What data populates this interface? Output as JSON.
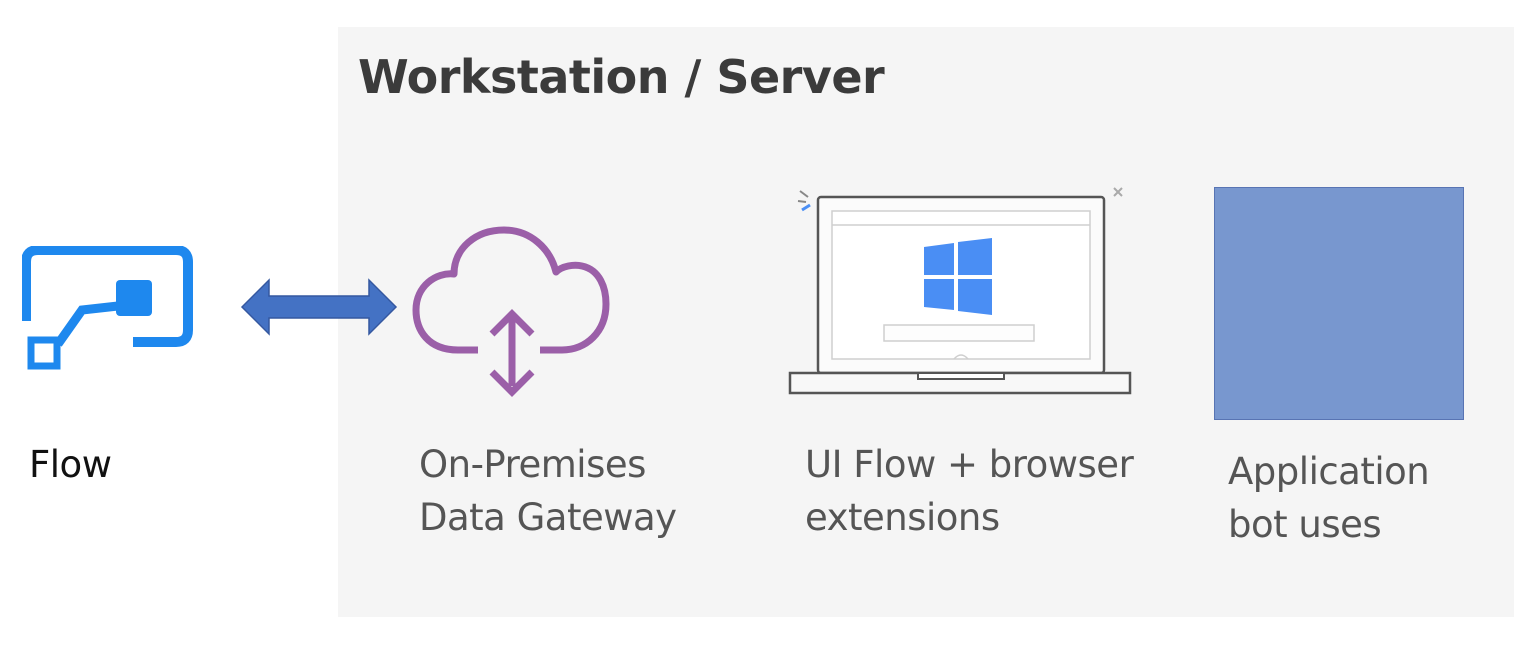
{
  "title": "Workstation / Server",
  "nodes": {
    "flow": {
      "label": "Flow",
      "icon": "power-automate-flow-icon"
    },
    "gateway": {
      "line1": "On-Premises",
      "line2": "Data Gateway",
      "icon": "cloud-upload-download-icon"
    },
    "uiflow": {
      "line1": "UI Flow + browser",
      "line2": "extensions",
      "icon": "laptop-windows-icon"
    },
    "application": {
      "line1": "Application",
      "line2": "bot uses"
    }
  },
  "connector": {
    "type": "bidirectional-arrow",
    "from": "flow",
    "to": "gateway"
  },
  "colors": {
    "panel_bg": "#f5f5f5",
    "title_text": "#3b3b3b",
    "flow_blue": "#1e88ee",
    "arrow_blue": "#4472c4",
    "cloud_purple": "#9b5fa8",
    "laptop_outline": "#555555",
    "windows_blue": "#4a8ef4",
    "app_box_fill": "#7897cf",
    "flow_label": "#111111",
    "node_label": "#555555"
  }
}
